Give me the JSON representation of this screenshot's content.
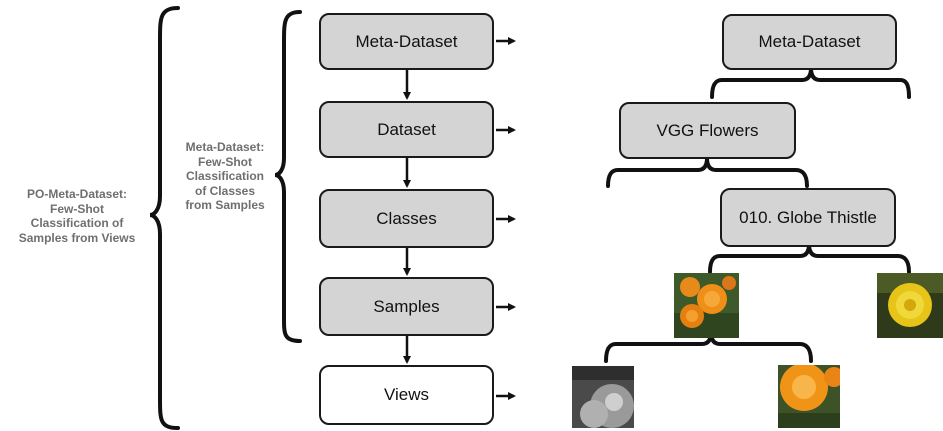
{
  "left_labels": {
    "outer": [
      "PO-Meta-Dataset:",
      "Few-Shot",
      "Classification of",
      "Samples from Views"
    ],
    "inner": [
      "Meta-Dataset:",
      "Few-Shot",
      "Classification",
      "of Classes",
      "from Samples"
    ]
  },
  "levels": [
    "Meta-Dataset",
    "Dataset",
    "Classes",
    "Samples",
    "Views"
  ],
  "tree": {
    "root": "Meta-Dataset",
    "dataset": "VGG Flowers",
    "class": "010. Globe Thistle"
  },
  "colors": {
    "box_fill": "#d4d4d4",
    "box_border": "#1a1a1a",
    "label_text": "#6f6f6f"
  },
  "images": [
    "marigold-sample-photo",
    "yellow-flower-sample-photo",
    "grayscale-view-photo",
    "cropped-view-photo"
  ]
}
